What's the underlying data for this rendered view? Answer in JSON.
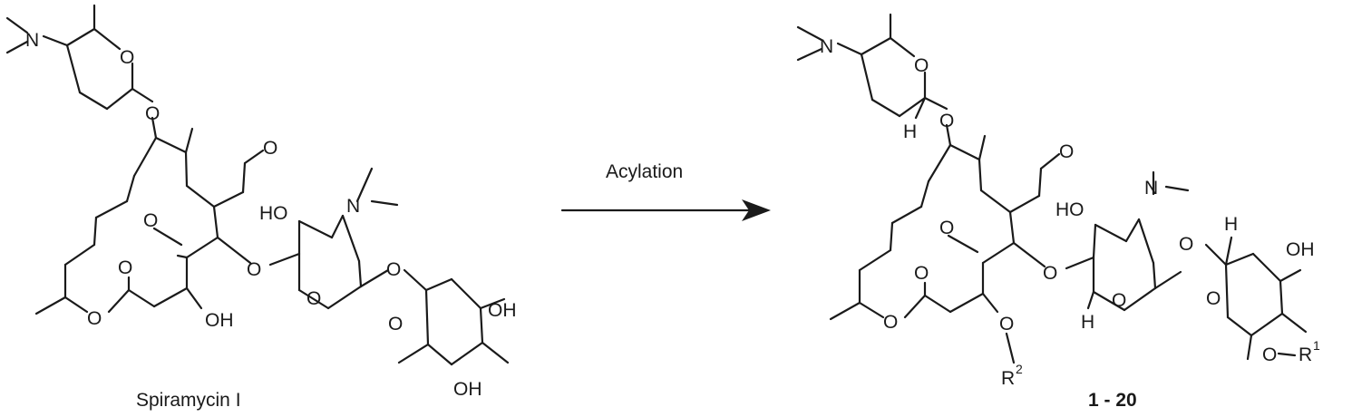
{
  "scheme": {
    "reaction_label": "Acylation",
    "left_compound": {
      "name": "Spiramycin I"
    },
    "right_compound": {
      "name": "1 - 20"
    }
  },
  "atoms": {
    "N": "N",
    "O": "O",
    "OH": "OH",
    "HO": "HO",
    "H": "H",
    "R": "R",
    "one": "1",
    "two": "2"
  }
}
